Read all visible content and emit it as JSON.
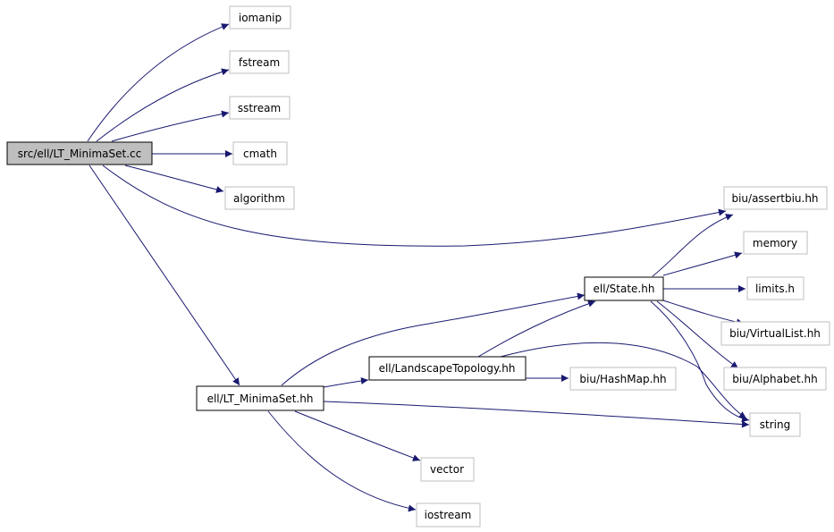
{
  "diagram": {
    "colors": {
      "edge": "#191970",
      "root_fill": "#bfbfbf",
      "documented_border": "#000000",
      "undocumented_border": "#bfbfbf",
      "background": "#ffffff"
    },
    "nodes": [
      {
        "id": "root",
        "label": "src/ell/LT_MinimaSet.cc",
        "style": "root"
      },
      {
        "id": "iomanip",
        "label": "iomanip",
        "style": "undocumented"
      },
      {
        "id": "fstream",
        "label": "fstream",
        "style": "undocumented"
      },
      {
        "id": "sstream",
        "label": "sstream",
        "style": "undocumented"
      },
      {
        "id": "cmath",
        "label": "cmath",
        "style": "undocumented"
      },
      {
        "id": "algorithm",
        "label": "algorithm",
        "style": "undocumented"
      },
      {
        "id": "assertbiu",
        "label": "biu/assertbiu.hh",
        "style": "undocumented"
      },
      {
        "id": "memory",
        "label": "memory",
        "style": "undocumented"
      },
      {
        "id": "state",
        "label": "ell/State.hh",
        "style": "documented"
      },
      {
        "id": "limits",
        "label": "limits.h",
        "style": "undocumented"
      },
      {
        "id": "virtuallist",
        "label": "biu/VirtualList.hh",
        "style": "undocumented"
      },
      {
        "id": "landscape",
        "label": "ell/LandscapeTopology.hh",
        "style": "documented"
      },
      {
        "id": "hashmap",
        "label": "biu/HashMap.hh",
        "style": "undocumented"
      },
      {
        "id": "alphabet",
        "label": "biu/Alphabet.hh",
        "style": "undocumented"
      },
      {
        "id": "ltminimaset",
        "label": "ell/LT_MinimaSet.hh",
        "style": "documented"
      },
      {
        "id": "string",
        "label": "string",
        "style": "undocumented"
      },
      {
        "id": "vector",
        "label": "vector",
        "style": "undocumented"
      },
      {
        "id": "iostream",
        "label": "iostream",
        "style": "undocumented"
      }
    ],
    "edges": [
      {
        "from": "root",
        "to": "iomanip"
      },
      {
        "from": "root",
        "to": "fstream"
      },
      {
        "from": "root",
        "to": "sstream"
      },
      {
        "from": "root",
        "to": "cmath"
      },
      {
        "from": "root",
        "to": "algorithm"
      },
      {
        "from": "root",
        "to": "assertbiu"
      },
      {
        "from": "root",
        "to": "ltminimaset"
      },
      {
        "from": "ltminimaset",
        "to": "landscape"
      },
      {
        "from": "ltminimaset",
        "to": "state"
      },
      {
        "from": "ltminimaset",
        "to": "string"
      },
      {
        "from": "ltminimaset",
        "to": "vector"
      },
      {
        "from": "ltminimaset",
        "to": "iostream"
      },
      {
        "from": "landscape",
        "to": "state"
      },
      {
        "from": "landscape",
        "to": "hashmap"
      },
      {
        "from": "landscape",
        "to": "string"
      },
      {
        "from": "state",
        "to": "assertbiu"
      },
      {
        "from": "state",
        "to": "memory"
      },
      {
        "from": "state",
        "to": "limits"
      },
      {
        "from": "state",
        "to": "virtuallist"
      },
      {
        "from": "state",
        "to": "alphabet"
      },
      {
        "from": "state",
        "to": "string"
      }
    ]
  }
}
